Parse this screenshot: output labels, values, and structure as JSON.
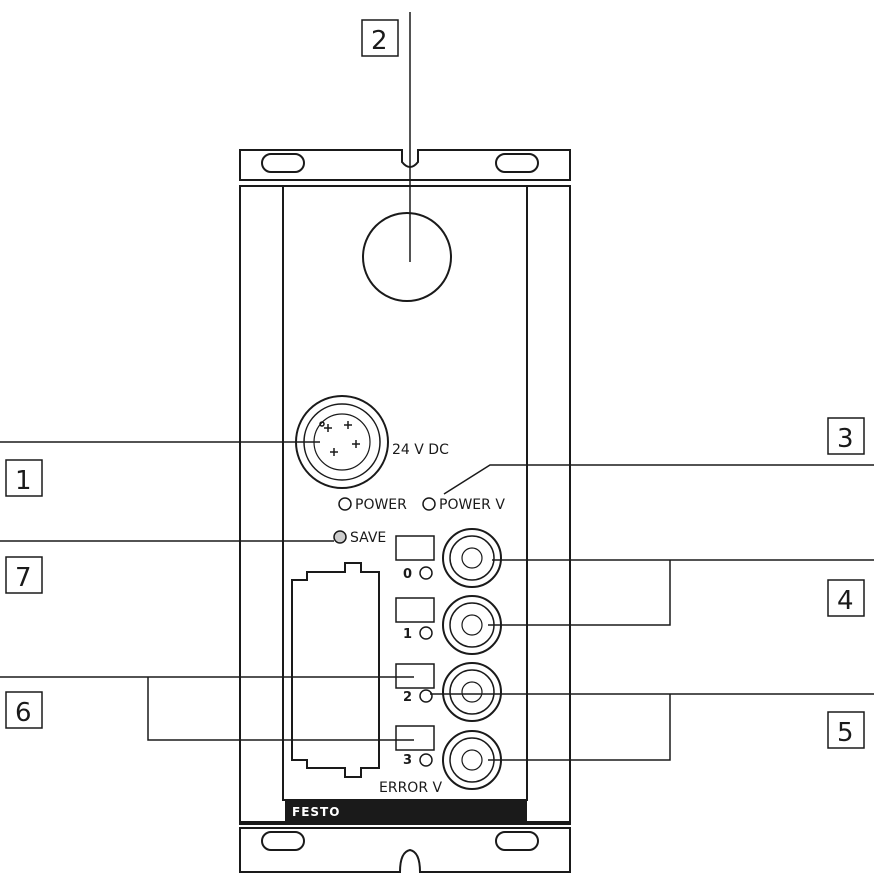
{
  "callouts": [
    "1",
    "2",
    "3",
    "4",
    "5",
    "6",
    "7"
  ],
  "labels": {
    "supply": "24 V DC",
    "power": "POWER",
    "power_v": "POWER V",
    "save": "SAVE",
    "error_v": "ERROR V"
  },
  "channels": [
    "0",
    "1",
    "2",
    "3"
  ],
  "brand": "FESTO",
  "colors": {
    "line": "#1a1a1a",
    "background": "#ffffff",
    "brand_strip": "#1a1a1a"
  }
}
